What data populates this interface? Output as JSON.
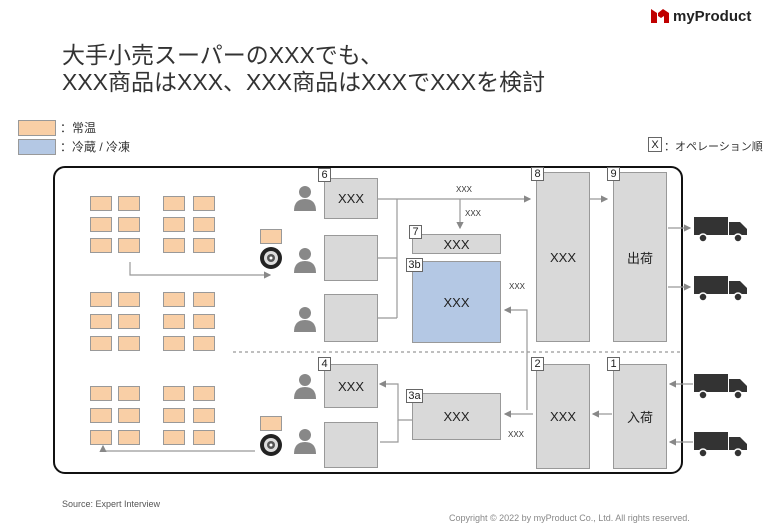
{
  "brand": {
    "name": "myProduct",
    "logo_color": "#c00000"
  },
  "title": {
    "line1": "大手小売スーパーのXXXでも、",
    "line2": "XXX商品はXXX、XXX商品はXXXでXXXを検討"
  },
  "legend": {
    "ambient": {
      "label": "：常温",
      "color": "#f9cfa6"
    },
    "cold": {
      "label": "冷蔵 / 冷凍",
      "color": "#b4c8e4"
    },
    "operation": {
      "marker": "X",
      "label": "：オペレーション順"
    }
  },
  "steps": {
    "s1": {
      "num": "1",
      "label": "入荷"
    },
    "s2": {
      "num": "2",
      "label": "XXX"
    },
    "s3a": {
      "num": "3a",
      "label": "XXX"
    },
    "s3b": {
      "num": "3b",
      "label": "XXX"
    },
    "s4": {
      "num": "4",
      "label": "XXX"
    },
    "s6": {
      "num": "6",
      "label": "XXX"
    },
    "s7": {
      "num": "7",
      "label": "XXX"
    },
    "s8": {
      "num": "8",
      "label": "XXX"
    },
    "s9": {
      "num": "9",
      "label": "出荷"
    }
  },
  "flow_labels": {
    "a": "XXX",
    "b": "XXX",
    "c": "XXX",
    "d": "XXX"
  },
  "icons": {
    "truck": "truck-icon",
    "person": "person-icon",
    "robot": "robot-icon"
  },
  "footer": {
    "source": "Source: Expert Interview",
    "copyright": "Copyright © 2022 by myProduct Co., Ltd.  All rights reserved."
  }
}
